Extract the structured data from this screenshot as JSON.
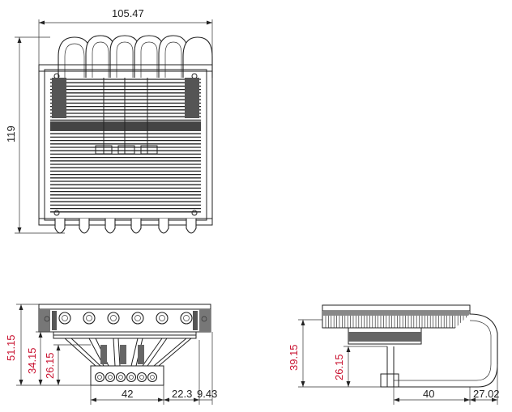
{
  "top_view": {
    "width_label": "105.47",
    "height_label": "119"
  },
  "front_view": {
    "total_height_label": "51.15",
    "height_2_label": "34.15",
    "height_3_label": "26.15",
    "base_width_label": "42",
    "offset_1_label": "22.3",
    "offset_2_label": "9.43"
  },
  "side_view": {
    "total_height_label": "39.15",
    "height_2_label": "26.15",
    "base_width_label": "40",
    "offset_label": "27.02"
  },
  "colors": {
    "dimension_black": "#222222",
    "dimension_red": "#c8102e"
  }
}
